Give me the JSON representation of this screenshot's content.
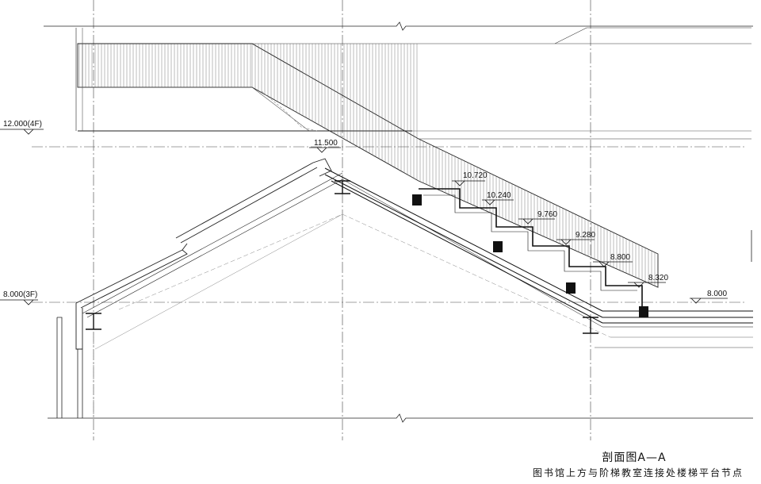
{
  "levels": {
    "floor4": "12.000(4F)",
    "floor3": "8.000(3F)",
    "ridge": "11.500",
    "s1": "10.720",
    "s2": "10.240",
    "s3": "9.760",
    "s4": "9.280",
    "s5": "8.800",
    "s6": "8.320",
    "landing": "8.000"
  },
  "caption": {
    "title": "剖面图A—A",
    "subtitle": "图书馆上方与阶梯教室连接处楼梯平台节点"
  }
}
